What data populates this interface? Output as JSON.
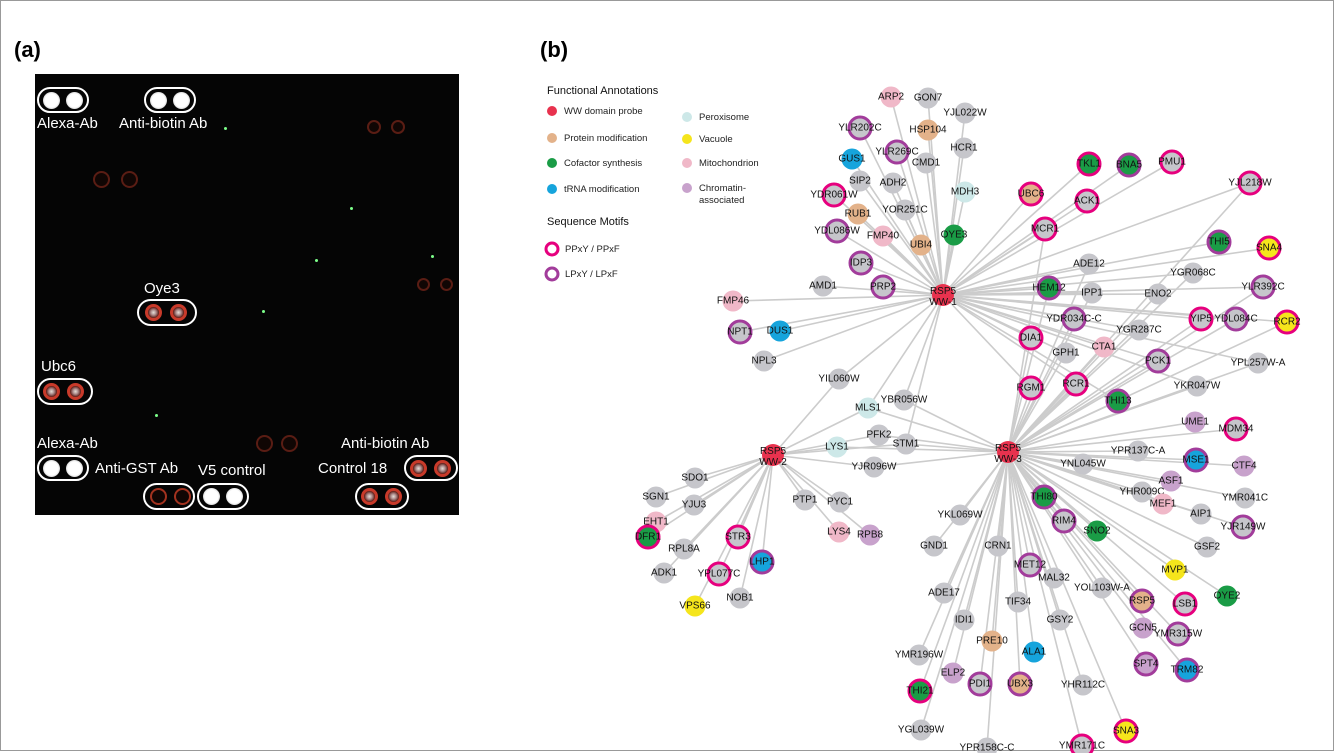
{
  "panels": {
    "a_label": "(a)",
    "b_label": "(b)"
  },
  "colors": {
    "edge": "#cccccc",
    "default_node": "#c6c6cb",
    "ppxy_ring": "#e6007e",
    "lpxy_ring": "#a23c9b",
    "categories": {
      "probe": "#e8324e",
      "protmod": "#e3b28a",
      "cofactor": "#1a9c46",
      "trna": "#16a4dc",
      "perox": "#cde8e8",
      "vacuole": "#f5e51c",
      "mito": "#f0b8c8",
      "chrom": "#c8a2cc"
    }
  },
  "panel_a": {
    "labels": {
      "alexa_top": "Alexa-Ab",
      "antibiotin_top": "Anti-biotin Ab",
      "oye3": "Oye3",
      "ubc6": "Ubc6",
      "alexa_bottom": "Alexa-Ab",
      "antigst": "Anti-GST Ab",
      "v5": "V5 control",
      "antibiotin_bottom": "Anti-biotin Ab",
      "control18": "Control 18"
    }
  },
  "legend": {
    "functional_title": "Functional Annotations",
    "categories": [
      {
        "key": "probe",
        "label": "WW domain probe"
      },
      {
        "key": "protmod",
        "label": "Protein modification"
      },
      {
        "key": "cofactor",
        "label": "Cofactor synthesis"
      },
      {
        "key": "trna",
        "label": "tRNA modification"
      },
      {
        "key": "perox",
        "label": "Peroxisome"
      },
      {
        "key": "vacuole",
        "label": "Vacuole"
      },
      {
        "key": "mito",
        "label": "Mitochondrion"
      },
      {
        "key": "chrom",
        "label": "Chromatin-\nassociated"
      }
    ],
    "motif_title": "Sequence Motifs",
    "motifs": [
      {
        "key": "ppxy",
        "label": "PPxY / PPxF"
      },
      {
        "key": "lpxy",
        "label": "LPxY / LPxF"
      }
    ]
  },
  "network": {
    "probes": [
      {
        "id": "WW1",
        "line1": "RSP5",
        "line2": "WW-1"
      },
      {
        "id": "WW2",
        "line1": "RSP5",
        "line2": "WW-2"
      },
      {
        "id": "WW3",
        "line1": "RSP5",
        "line2": "WW-3"
      }
    ],
    "nodes": [
      {
        "n": "YLR202C",
        "c": "",
        "r": "lpxy",
        "p": [
          "WW1"
        ]
      },
      {
        "n": "ARP2",
        "c": "mito",
        "r": "",
        "p": [
          "WW1"
        ]
      },
      {
        "n": "GON7",
        "c": "",
        "r": "",
        "p": [
          "WW1"
        ]
      },
      {
        "n": "YLR269C",
        "c": "",
        "r": "lpxy",
        "p": [
          "WW1"
        ]
      },
      {
        "n": "GUS1",
        "c": "trna",
        "r": "",
        "p": [
          "WW1"
        ]
      },
      {
        "n": "HSP104",
        "c": "protmod",
        "r": "",
        "p": [
          "WW1"
        ]
      },
      {
        "n": "YJL022W",
        "c": "",
        "r": "",
        "p": [
          "WW1"
        ]
      },
      {
        "n": "SIP2",
        "c": "",
        "r": "",
        "p": [
          "WW1"
        ]
      },
      {
        "n": "ADH2",
        "c": "",
        "r": "",
        "p": [
          "WW1"
        ]
      },
      {
        "n": "CMD1",
        "c": "",
        "r": "",
        "p": [
          "WW1"
        ]
      },
      {
        "n": "HCR1",
        "c": "",
        "r": "",
        "p": [
          "WW1"
        ]
      },
      {
        "n": "YDR061W",
        "c": "",
        "r": "ppxy",
        "p": [
          "WW1"
        ]
      },
      {
        "n": "RUB1",
        "c": "protmod",
        "r": "",
        "p": [
          "WW1"
        ]
      },
      {
        "n": "YOR251C",
        "c": "",
        "r": "",
        "p": [
          "WW1"
        ]
      },
      {
        "n": "FMP40",
        "c": "mito",
        "r": "",
        "p": [
          "WW1"
        ]
      },
      {
        "n": "MDH3",
        "c": "perox",
        "r": "",
        "p": [
          "WW1"
        ]
      },
      {
        "n": "YDL086W",
        "c": "",
        "r": "lpxy",
        "p": [
          "WW1"
        ]
      },
      {
        "n": "UBI4",
        "c": "protmod",
        "r": "",
        "p": [
          "WW1"
        ]
      },
      {
        "n": "OYE3",
        "c": "cofactor",
        "r": "",
        "p": [
          "WW1"
        ]
      },
      {
        "n": "IDP3",
        "c": "",
        "r": "lpxy",
        "p": [
          "WW1"
        ]
      },
      {
        "n": "AMD1",
        "c": "",
        "r": "",
        "p": [
          "WW1"
        ]
      },
      {
        "n": "PRP2",
        "c": "",
        "r": "lpxy",
        "p": [
          "WW1"
        ]
      },
      {
        "n": "TKL1",
        "c": "cofactor",
        "r": "ppxy",
        "p": [
          "WW1"
        ]
      },
      {
        "n": "BNA5",
        "c": "cofactor",
        "r": "lpxy",
        "p": [
          "WW1"
        ]
      },
      {
        "n": "PMU1",
        "c": "",
        "r": "ppxy",
        "p": [
          "WW1"
        ]
      },
      {
        "n": "UBC6",
        "c": "protmod",
        "r": "ppxy",
        "p": [
          "WW1"
        ]
      },
      {
        "n": "ACK1",
        "c": "",
        "r": "ppxy",
        "p": [
          "WW1"
        ]
      },
      {
        "n": "YJL218W",
        "c": "",
        "r": "ppxy",
        "p": [
          "WW1",
          "WW3"
        ]
      },
      {
        "n": "MCR1",
        "c": "",
        "r": "ppxy",
        "p": [
          "WW1",
          "WW3"
        ]
      },
      {
        "n": "THI5",
        "c": "cofactor",
        "r": "lpxy",
        "p": [
          "WW1"
        ]
      },
      {
        "n": "SNA4",
        "c": "vacuole",
        "r": "ppxy",
        "p": [
          "WW1"
        ]
      },
      {
        "n": "ADE12",
        "c": "",
        "r": "",
        "p": [
          "WW1",
          "WW3"
        ]
      },
      {
        "n": "YGR068C",
        "c": "",
        "r": "",
        "p": [
          "WW1",
          "WW3"
        ]
      },
      {
        "n": "HEM12",
        "c": "cofactor",
        "r": "lpxy",
        "p": [
          "WW1",
          "WW3"
        ]
      },
      {
        "n": "IPP1",
        "c": "",
        "r": "",
        "p": [
          "WW1",
          "WW3"
        ]
      },
      {
        "n": "YLR392C",
        "c": "",
        "r": "lpxy",
        "p": [
          "WW1",
          "WW3"
        ]
      },
      {
        "n": "ENO2",
        "c": "",
        "r": "",
        "p": [
          "WW1",
          "WW3"
        ]
      },
      {
        "n": "YDR034C-C",
        "c": "",
        "r": "lpxy",
        "p": [
          "WW1",
          "WW3"
        ]
      },
      {
        "n": "YIP5",
        "c": "",
        "r": "ppxy",
        "p": [
          "WW1",
          "WW3"
        ]
      },
      {
        "n": "YDL084C",
        "c": "",
        "r": "lpxy",
        "p": [
          "WW1",
          "WW3"
        ]
      },
      {
        "n": "RCR2",
        "c": "vacuole",
        "r": "ppxy",
        "p": [
          "WW1",
          "WW3"
        ]
      },
      {
        "n": "YGR287C",
        "c": "",
        "r": "",
        "p": [
          "WW1",
          "WW3"
        ]
      },
      {
        "n": "DIA1",
        "c": "",
        "r": "ppxy",
        "p": [
          "WW1",
          "WW3"
        ]
      },
      {
        "n": "CTA1",
        "c": "mito",
        "r": "",
        "p": [
          "WW1",
          "WW3"
        ]
      },
      {
        "n": "GPH1",
        "c": "",
        "r": "",
        "p": [
          "WW1",
          "WW3"
        ]
      },
      {
        "n": "PCK1",
        "c": "",
        "r": "lpxy",
        "p": [
          "WW1",
          "WW3"
        ]
      },
      {
        "n": "YPL257W-A",
        "c": "",
        "r": "",
        "p": [
          "WW1",
          "WW3"
        ]
      },
      {
        "n": "RGM1",
        "c": "",
        "r": "ppxy",
        "p": [
          "WW1",
          "WW3"
        ]
      },
      {
        "n": "RCR1",
        "c": "",
        "r": "ppxy",
        "p": [
          "WW1",
          "WW3"
        ]
      },
      {
        "n": "THI13",
        "c": "cofactor",
        "r": "lpxy",
        "p": [
          "WW1",
          "WW3"
        ]
      },
      {
        "n": "YKR047W",
        "c": "",
        "r": "",
        "p": [
          "WW1",
          "WW3"
        ]
      },
      {
        "n": "FMP46",
        "c": "mito",
        "r": "",
        "p": [
          "WW1"
        ]
      },
      {
        "n": "NPT1",
        "c": "",
        "r": "lpxy",
        "p": [
          "WW1"
        ]
      },
      {
        "n": "DUS1",
        "c": "trna",
        "r": "",
        "p": [
          "WW1"
        ]
      },
      {
        "n": "NPL3",
        "c": "",
        "r": "",
        "p": [
          "WW1"
        ]
      },
      {
        "n": "YIL060W",
        "c": "",
        "r": "",
        "p": [
          "WW1",
          "WW2"
        ]
      },
      {
        "n": "MLS1",
        "c": "perox",
        "r": "",
        "p": [
          "WW1",
          "WW2",
          "WW3"
        ]
      },
      {
        "n": "YBR056W",
        "c": "",
        "r": "",
        "p": [
          "WW1",
          "WW3"
        ]
      },
      {
        "n": "PFK2",
        "c": "",
        "r": "",
        "p": [
          "WW2",
          "WW3"
        ]
      },
      {
        "n": "STM1",
        "c": "",
        "r": "",
        "p": [
          "WW1",
          "WW2",
          "WW3"
        ]
      },
      {
        "n": "LYS1",
        "c": "perox",
        "r": "",
        "p": [
          "WW2",
          "WW3"
        ]
      },
      {
        "n": "YJR096W",
        "c": "",
        "r": "",
        "p": [
          "WW2",
          "WW3"
        ]
      },
      {
        "n": "SDO1",
        "c": "",
        "r": "",
        "p": [
          "WW2"
        ]
      },
      {
        "n": "SGN1",
        "c": "",
        "r": "",
        "p": [
          "WW2"
        ]
      },
      {
        "n": "YJU3",
        "c": "",
        "r": "",
        "p": [
          "WW2"
        ]
      },
      {
        "n": "EHT1",
        "c": "mito",
        "r": "",
        "p": [
          "WW2"
        ]
      },
      {
        "n": "DFR1",
        "c": "cofactor",
        "r": "ppxy",
        "p": [
          "WW2"
        ]
      },
      {
        "n": "STR3",
        "c": "",
        "r": "ppxy",
        "p": [
          "WW2"
        ]
      },
      {
        "n": "RPL8A",
        "c": "",
        "r": "",
        "p": [
          "WW2"
        ]
      },
      {
        "n": "LHP1",
        "c": "trna",
        "r": "lpxy",
        "p": [
          "WW2"
        ]
      },
      {
        "n": "ADK1",
        "c": "",
        "r": "",
        "p": [
          "WW2"
        ]
      },
      {
        "n": "YPL077C",
        "c": "",
        "r": "ppxy",
        "p": [
          "WW2"
        ]
      },
      {
        "n": "NOB1",
        "c": "",
        "r": "",
        "p": [
          "WW2"
        ]
      },
      {
        "n": "VPS66",
        "c": "vacuole",
        "r": "",
        "p": [
          "WW2"
        ]
      },
      {
        "n": "PTP1",
        "c": "",
        "r": "",
        "p": [
          "WW2"
        ]
      },
      {
        "n": "PYC1",
        "c": "",
        "r": "",
        "p": [
          "WW2"
        ]
      },
      {
        "n": "LYS4",
        "c": "mito",
        "r": "",
        "p": [
          "WW2"
        ]
      },
      {
        "n": "RPB8",
        "c": "chrom",
        "r": "",
        "p": [
          "WW2"
        ]
      },
      {
        "n": "UME1",
        "c": "chrom",
        "r": "",
        "p": [
          "WW3"
        ]
      },
      {
        "n": "MDM34",
        "c": "",
        "r": "ppxy",
        "p": [
          "WW3"
        ]
      },
      {
        "n": "YPR137C-A",
        "c": "",
        "r": "",
        "p": [
          "WW3"
        ]
      },
      {
        "n": "MSE1",
        "c": "trna",
        "r": "lpxy",
        "p": [
          "WW3"
        ]
      },
      {
        "n": "CTF4",
        "c": "chrom",
        "r": "",
        "p": [
          "WW3"
        ]
      },
      {
        "n": "YNL045W",
        "c": "",
        "r": "",
        "p": [
          "WW3"
        ]
      },
      {
        "n": "ASF1",
        "c": "chrom",
        "r": "",
        "p": [
          "WW3"
        ]
      },
      {
        "n": "THI80",
        "c": "cofactor",
        "r": "lpxy",
        "p": [
          "WW3"
        ]
      },
      {
        "n": "YHR009C",
        "c": "",
        "r": "",
        "p": [
          "WW3"
        ]
      },
      {
        "n": "MEF1",
        "c": "mito",
        "r": "",
        "p": [
          "WW3"
        ]
      },
      {
        "n": "YMR041C",
        "c": "",
        "r": "",
        "p": [
          "WW3"
        ]
      },
      {
        "n": "AIP1",
        "c": "",
        "r": "",
        "p": [
          "WW3"
        ]
      },
      {
        "n": "YKL069W",
        "c": "",
        "r": "",
        "p": [
          "WW3"
        ]
      },
      {
        "n": "RIM4",
        "c": "",
        "r": "lpxy",
        "p": [
          "WW3"
        ]
      },
      {
        "n": "SNO2",
        "c": "cofactor",
        "r": "",
        "p": [
          "WW3"
        ]
      },
      {
        "n": "YJR149W",
        "c": "",
        "r": "lpxy",
        "p": [
          "WW3"
        ]
      },
      {
        "n": "GND1",
        "c": "",
        "r": "",
        "p": [
          "WW3"
        ]
      },
      {
        "n": "CRN1",
        "c": "",
        "r": "",
        "p": [
          "WW3"
        ]
      },
      {
        "n": "GSF2",
        "c": "",
        "r": "",
        "p": [
          "WW3"
        ]
      },
      {
        "n": "MET12",
        "c": "",
        "r": "lpxy",
        "p": [
          "WW3"
        ]
      },
      {
        "n": "MAL32",
        "c": "",
        "r": "",
        "p": [
          "WW3"
        ]
      },
      {
        "n": "MVP1",
        "c": "vacuole",
        "r": "",
        "p": [
          "WW3"
        ]
      },
      {
        "n": "YOL103W-A",
        "c": "",
        "r": "",
        "p": [
          "WW3"
        ]
      },
      {
        "n": "OYE2",
        "c": "cofactor",
        "r": "",
        "p": [
          "WW3"
        ]
      },
      {
        "n": "ADE17",
        "c": "",
        "r": "",
        "p": [
          "WW3"
        ]
      },
      {
        "n": "TIF34",
        "c": "",
        "r": "",
        "p": [
          "WW3"
        ]
      },
      {
        "n": "IDI1",
        "c": "",
        "r": "",
        "p": [
          "WW3"
        ]
      },
      {
        "n": "GSY2",
        "c": "",
        "r": "",
        "p": [
          "WW3"
        ]
      },
      {
        "n": "RSP5",
        "c": "protmod",
        "r": "lpxy",
        "p": [
          "WW3"
        ]
      },
      {
        "n": "LSB1",
        "c": "",
        "r": "ppxy",
        "p": [
          "WW3"
        ]
      },
      {
        "n": "GCN5",
        "c": "chrom",
        "r": "",
        "p": [
          "WW3"
        ]
      },
      {
        "n": "YMR196W",
        "c": "",
        "r": "",
        "p": [
          "WW3"
        ]
      },
      {
        "n": "YMR315W",
        "c": "",
        "r": "lpxy",
        "p": [
          "WW3"
        ]
      },
      {
        "n": "PRE10",
        "c": "protmod",
        "r": "",
        "p": [
          "WW3"
        ]
      },
      {
        "n": "ALA1",
        "c": "trna",
        "r": "",
        "p": [
          "WW3"
        ]
      },
      {
        "n": "ELP2",
        "c": "chrom",
        "r": "",
        "p": [
          "WW3"
        ]
      },
      {
        "n": "SPT4",
        "c": "chrom",
        "r": "lpxy",
        "p": [
          "WW3"
        ]
      },
      {
        "n": "TRM82",
        "c": "trna",
        "r": "lpxy",
        "p": [
          "WW3"
        ]
      },
      {
        "n": "THI21",
        "c": "cofactor",
        "r": "ppxy",
        "p": [
          "WW3"
        ]
      },
      {
        "n": "PDI1",
        "c": "",
        "r": "lpxy",
        "p": [
          "WW3"
        ]
      },
      {
        "n": "UBX3",
        "c": "protmod",
        "r": "lpxy",
        "p": [
          "WW3"
        ]
      },
      {
        "n": "YHR112C",
        "c": "",
        "r": "",
        "p": [
          "WW3"
        ]
      },
      {
        "n": "YGL039W",
        "c": "",
        "r": "",
        "p": [
          "WW3"
        ]
      },
      {
        "n": "YPR158C-C",
        "c": "",
        "r": "",
        "p": [
          "WW3"
        ]
      },
      {
        "n": "YMR171C",
        "c": "",
        "r": "ppxy",
        "p": [
          "WW3"
        ]
      },
      {
        "n": "SNA3",
        "c": "vacuole",
        "r": "ppxy",
        "p": [
          "WW3"
        ]
      }
    ]
  }
}
